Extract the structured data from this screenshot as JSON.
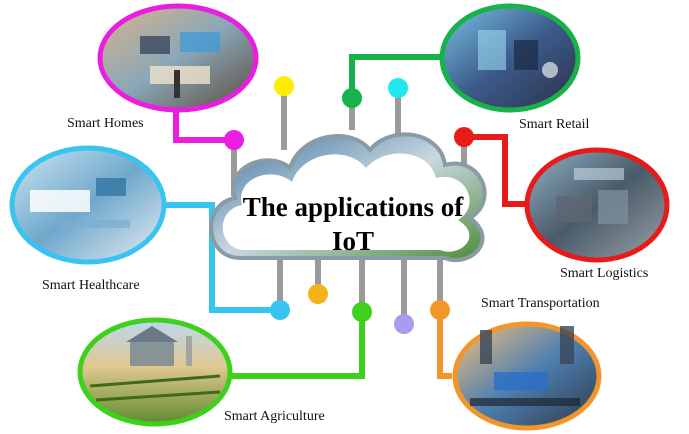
{
  "title_line1": "The applications of",
  "title_line2": "IoT",
  "applications": [
    {
      "label": "Smart Homes",
      "color": "#e91ee0"
    },
    {
      "label": "Smart Retail",
      "color": "#18b24a"
    },
    {
      "label": "Smart Healthcare",
      "color": "#38c4f0"
    },
    {
      "label": "Smart Logistics",
      "color": "#e81a1a"
    },
    {
      "label": "Smart Transportation",
      "color": "#f2962c"
    },
    {
      "label": "Smart Agriculture",
      "color": "#3ed11c"
    }
  ],
  "decor_dot_colors": [
    "#ffee00",
    "#22e6f0",
    "#f5b21a",
    "#a89cf0"
  ],
  "cloud_gradient": [
    "#3a6f9e",
    "#c9d8e0",
    "#4b8a3a"
  ]
}
